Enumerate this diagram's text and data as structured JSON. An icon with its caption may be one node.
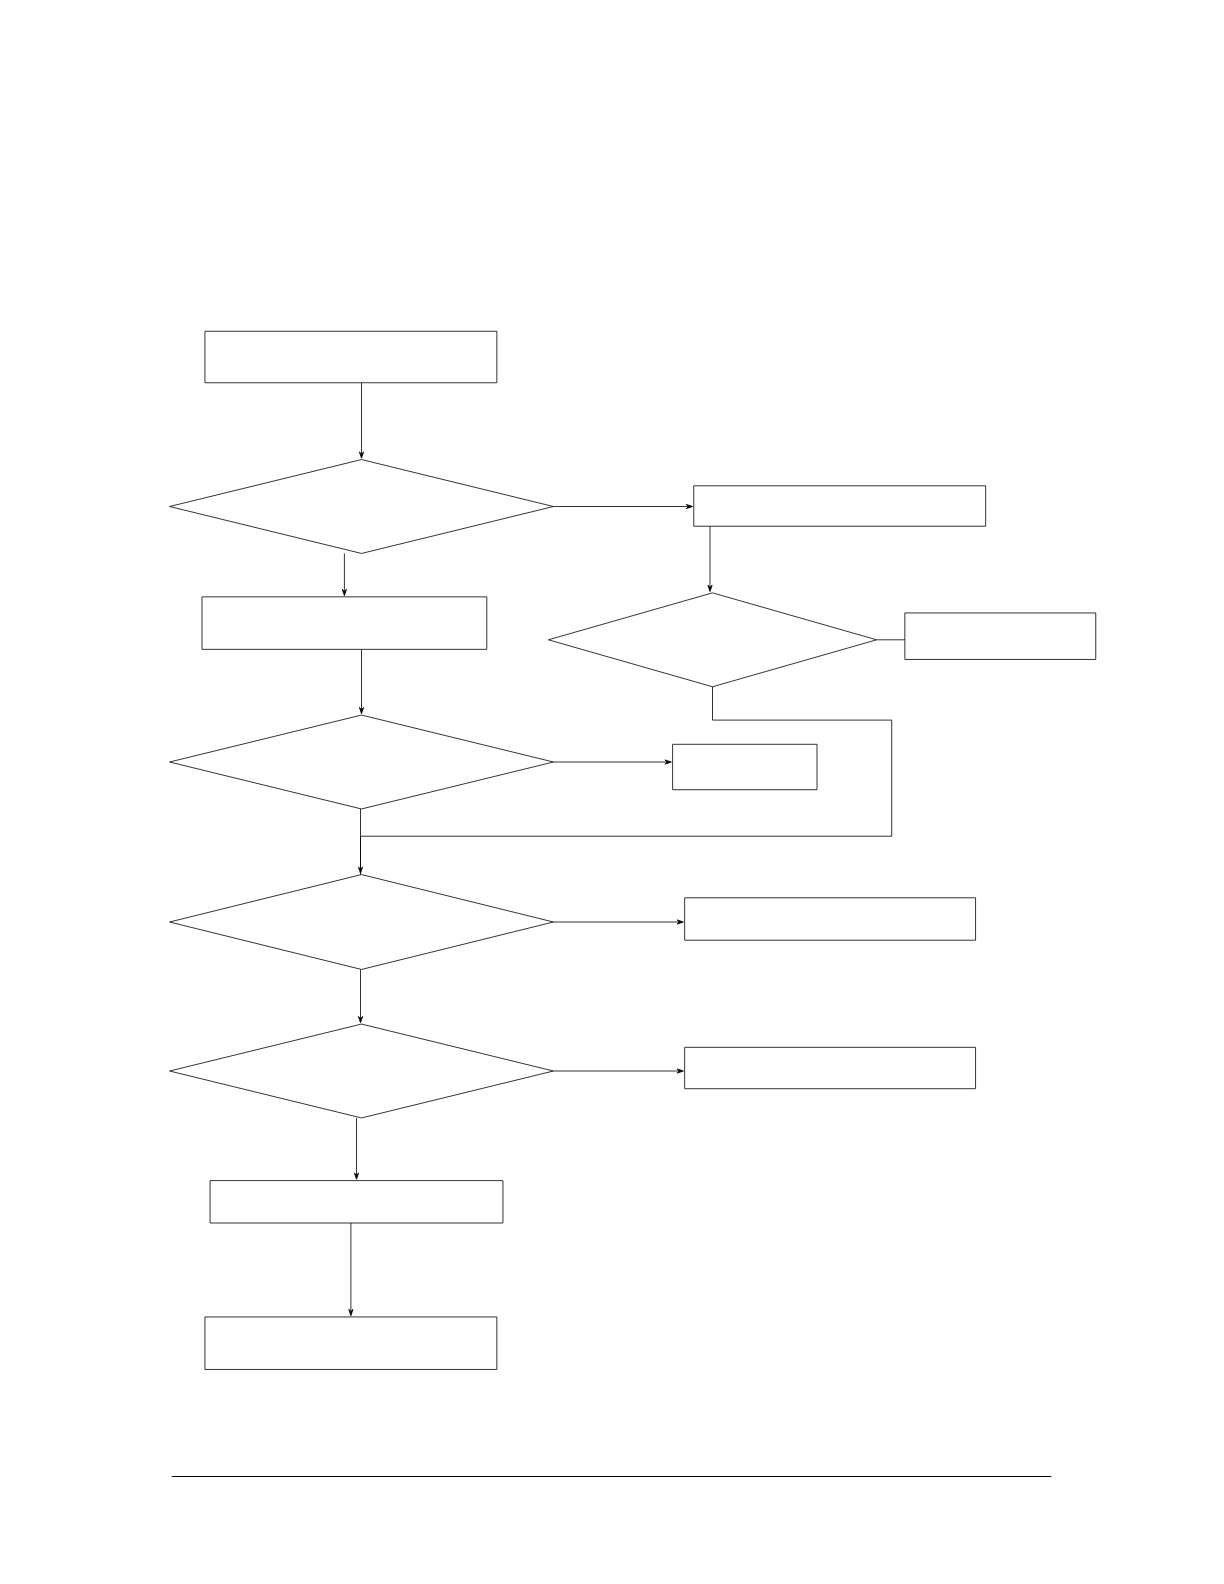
{
  "diagram": {
    "nodes": [
      {
        "text": [],
        "shape": "box"
      },
      {
        "text": [],
        "shape": "diamond"
      },
      {
        "text": [],
        "shape": "box"
      },
      {
        "text": [],
        "shape": "box"
      },
      {
        "text": [],
        "shape": "diamond"
      },
      {
        "text": [],
        "shape": "box"
      },
      {
        "text": [],
        "shape": "diamond"
      },
      {
        "text": [],
        "shape": "box"
      },
      {
        "text": [],
        "shape": "diamond"
      },
      {
        "text": [],
        "shape": "box"
      },
      {
        "text": [],
        "shape": "diamond"
      },
      {
        "text": [],
        "shape": "box"
      },
      {
        "text": [],
        "shape": "box"
      },
      {
        "text": [],
        "shape": "box"
      }
    ],
    "edges": [
      {
        "from": 0,
        "to": 1,
        "arrow": "to"
      },
      {
        "from": 1,
        "to": 2,
        "arrow": "to"
      },
      {
        "from": 1,
        "to": 3,
        "arrow": "to"
      },
      {
        "from": 2,
        "to": 4,
        "arrow": "to"
      },
      {
        "from": 4,
        "to": 5,
        "arrow": "none"
      },
      {
        "from": 3,
        "to": 6,
        "arrow": "to"
      },
      {
        "from": 6,
        "to": 7,
        "arrow": "to"
      },
      {
        "from": 6,
        "to": 8,
        "arrow": "none"
      },
      {
        "from": 4,
        "to": 8,
        "arrow": "to"
      },
      {
        "from": 8,
        "to": 9,
        "arrow": "to"
      },
      {
        "from": 8,
        "to": 10,
        "arrow": "to"
      },
      {
        "from": 10,
        "to": 11,
        "arrow": "to"
      },
      {
        "from": 10,
        "to": 12,
        "arrow": "to"
      },
      {
        "from": 12,
        "to": 13,
        "arrow": "to"
      }
    ]
  }
}
